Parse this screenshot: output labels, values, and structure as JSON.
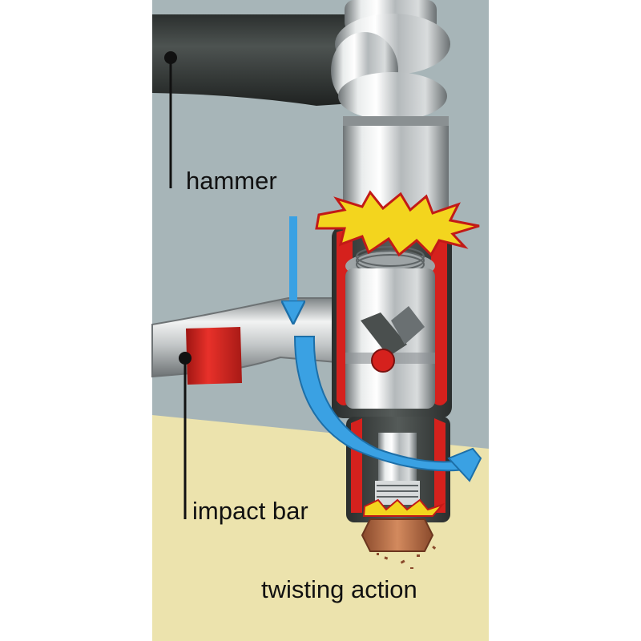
{
  "labels": {
    "hammer": "hammer",
    "impact_bar": "impact bar",
    "twisting_action": "twisting action"
  },
  "colors": {
    "wall": "#a7b5b8",
    "floor": "#ece3ad",
    "hammer_handle": "#353a38",
    "steel": "#c9cdcf",
    "red_insert": "#d5211d",
    "arrow_blue": "#3aa1e3",
    "impact_burst": "#f3d51e",
    "nut": "#c0714a"
  }
}
